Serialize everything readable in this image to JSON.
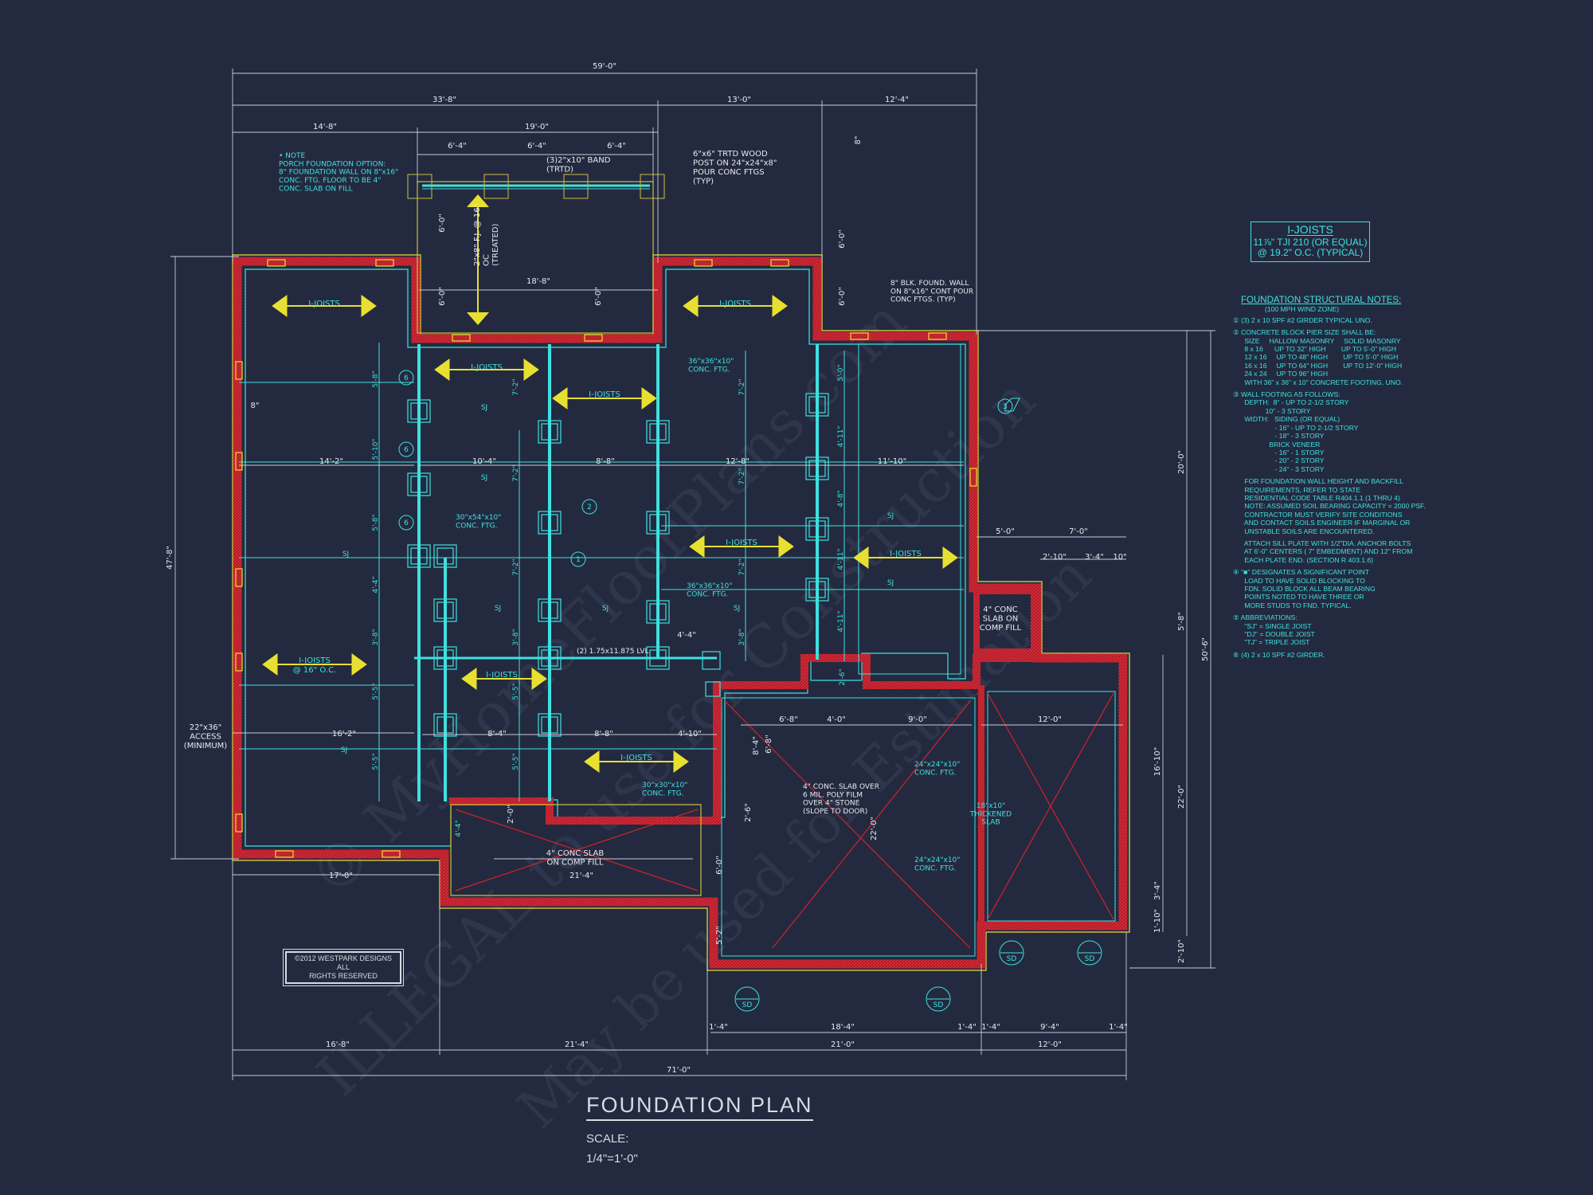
{
  "drawing": {
    "title": "FOUNDATION PLAN",
    "scale_label": "SCALE:",
    "scale_value": "1/4\"=1'-0\"",
    "copyright_line1": "©2012 WESTPARK DESIGNS ALL",
    "copyright_line2": "RIGHTS RESERVED",
    "watermark_1": "© MyHomeFloorPlans.com",
    "watermark_2": "ILLEGAL to use for Construction",
    "watermark_3": "May be used for Estimation"
  },
  "joist_note": {
    "heading": "I-JOISTS",
    "line1": "11⅞\" TJI 210 (OR EQUAL)",
    "line2": "@ 19.2\" O.C. (TYPICAL)"
  },
  "notes": {
    "heading": "FOUNDATION STRUCTURAL NOTES:",
    "sub": "(100 MPH WIND ZONE)",
    "items": [
      "① (3) 2 x 10 SPF #2 GIRDER TYPICAL UNO.",
      "② CONCRETE BLOCK PIER SIZE SHALL BE:\n      SIZE     HALLOW MASONRY     SOLID MASONRY\n      8 x 16      UP TO 32\" HIGH        UP TO 5'-0\" HIGH\n      12 x 16     UP TO 48\" HIGH        UP TO 5'-0\" HIGH\n      16 x 16     UP TO 64\" HIGH        UP TO 12'-0\" HIGH\n      24 x 24     UP TO 96\" HIGH\n      WITH 36\" x 36\" x 10\" CONCRETE FOOTING, UNO.",
      "③ WALL FOOTING AS FOLLOWS:\n      DEPTH:  8\" - UP TO 2-1/2 STORY\n                 10\" - 3 STORY\n      WIDTH:   SIDING (OR EQUAL)\n                      - 16\" - UP TO 2-1/2 STORY\n                      - 18\" - 3 STORY\n                   BRICK VENEER\n                      - 16\" - 1 STORY\n                      - 20\" - 2 STORY\n                      - 24\" - 3 STORY",
      "      FOR FOUNDATION WALL HEIGHT AND BACKFILL\n      REQUIREMENTS, REFER TO STATE\n      RESIDENTIAL CODE TABLE R404.1.1 (1 THRU 4)\n      NOTE: ASSUMED SOIL BEARING CAPACITY = 2000 PSF.\n      CONTRACTOR MUST VERIFY SITE CONDITIONS\n      AND CONTACT SOILS ENGINEER IF MARGINAL OR\n      UNSTABLE SOILS ARE ENCOUNTERED.",
      "      ATTACH SILL PLATE WITH 1/2\"DIA. ANCHOR BOLTS\n      AT 6'-0\" CENTERS ( 7\" EMBEDMENT) AND 12\" FROM\n      EACH PLATE END. (SECTION R 403.1.6)",
      "④ \"■\" DESIGNATES A SIGNIFICANT POINT\n      LOAD TO HAVE SOLID BLOCKING TO\n      FDN. SOLID BLOCK ALL BEAM BEARING\n      POINTS NOTED TO HAVE THREE OR\n      MORE STUDS TO FND. TYPICAL.",
      "⑤ ABBREVIATIONS:\n      \"SJ\" = SINGLE JOIST\n      \"DJ\" = DOUBLE JOIST\n      \"TJ\" = TRIPLE JOIST",
      "⑥ (4) 2 x 10 SPF #2 GIRDER."
    ]
  },
  "dimensions": {
    "overall_top": "59'-0\"",
    "top_a": "33'-8\"",
    "top_b": "13'-0\"",
    "top_c": "12'-4\"",
    "porch_left": "14'-8\"",
    "porch_width": "19'-0\"",
    "porch_seg1": "6'-4\"",
    "porch_seg2": "6'-4\"",
    "porch_seg3": "6'-4\"",
    "overall_bottom": "71'-0\"",
    "bottom_a": "16'-8\"",
    "bottom_b": "21'-4\"",
    "bottom_c": "21'-0\"",
    "bottom_d": "12'-0\"",
    "garage_18_4": "18'-4\"",
    "garage_9_4": "9'-4\"",
    "small_1_4": "1'-4\"",
    "left_overall": "47'-8\"",
    "right_overall": "50'-6\"",
    "right_20_0": "20'-0\"",
    "right_5_8": "5'-8\"",
    "right_22_0": "22'-0\"",
    "right_2_10": "2'-10\"",
    "right_16_10": "16'-10\"",
    "right_3_4": "3'-4\"",
    "right_1_10": "1'-10\"",
    "room_18_8": "18'-8\"",
    "room_14_2": "14'-2\"",
    "room_10_4": "10'-4\"",
    "room_8_8": "8'-8\"",
    "room_12_8": "12'-8\"",
    "room_11_10": "11'-10\"",
    "room_16_2": "16'-2\"",
    "room_8_4": "8'-4\"",
    "room_8_8b": "8'-8\"",
    "room_4_10": "4'-10\"",
    "room_17_0": "17'-0\"",
    "room_21_4": "21'-4\"",
    "gar_6_8": "6'-8\"",
    "gar_4_0": "4'-0\"",
    "gar_9_0": "9'-0\"",
    "gar_12_0": "12'-0\"",
    "gar_22_0": "22'-0\"",
    "gar_5_0": "5'-0\"",
    "gar_7_0": "7'-0\"",
    "gar_2_10": "2'-10\"",
    "gar_3_4": "3'-4\"",
    "gar_10": "10\"",
    "gar_6_0": "6'-0\"",
    "gar_5_2": "5'-2\"",
    "gar_2_6": "2'-6\"",
    "gar_2_0": "2'-0\"",
    "gar_8_4": "8'-4\"",
    "gar_6_8v": "6'-8\"",
    "v_6_0": "6'-0\"",
    "v_8": "8\"",
    "v_8b": "8\"",
    "v_4_4": "4'-4\""
  },
  "labels": {
    "porch_note": "• NOTE\nPORCH FOUNDATION OPTION:\n8\" FOUNDATION WALL ON 8\"x16\"\nCONC. FTG. FLOOR TO BE 4\"\nCONC. SLAB ON FILL",
    "band": "(3)2\"x10\" BAND\n(TRTD)",
    "post": "6\"x6\" TRTD WOOD\nPOST ON 24\"x24\"x8\"\nPOUR CONC FTGS\n(TYP)",
    "treated": "2\"x8\" F.J. @ 16\"\nOC\n(TREATED)",
    "blk_wall": "8\" BLK. FOUND. WALL\nON 8\"x16\" CONT POUR\nCONC FTGS. (TYP)",
    "ftg_36": "36\"x36\"x10\"\nCONC. FTG.",
    "ftg_30_54": "30\"x54\"x10\"\nCONC. FTG.",
    "ftg_36b": "36\"x36\"x10\"\nCONC. FTG.",
    "ftg_30": "30\"x30\"x10\"\nCONC. FTG.",
    "ftg_24a": "24\"x24\"x10\"\nCONC. FTG.",
    "ftg_24b": "24\"x24\"x10\"\nCONC. FTG.",
    "lvl": "(2) 1.75x11.875 LVL",
    "slab_porch": "4\" CONC SLAB\nON COMP FILL",
    "slab_small": "4\" CONC\nSLAB ON\nCOMP FILL",
    "slab_garage": "4\" CONC. SLAB OVER\n6 MIL. POLY FILM\nOVER 4\" STONE\n(SLOPE TO DOOR)",
    "thickened": "18\"x10\"\nTHICKENED\nSLAB",
    "access": "22\"x36\"\nACCESS\n(MINIMUM)",
    "joist": "I-JOISTS",
    "joist_oc": "@ 16\" O.C.",
    "sj": "SJ",
    "sd": "SD",
    "v72": "7'-2\"",
    "v58": "5'-8\"",
    "v510": "5'-10\"",
    "v44": "4'-4\"",
    "v38": "3'-8\"",
    "v55": "5'-5\"",
    "v50": "5'-0\"",
    "v411": "4'-11\"",
    "v48": "4'-8\"",
    "v26": "2'-6\"",
    "v44b": "4'-4\""
  },
  "colors": {
    "background": "#232a3f",
    "wall_red": "#c81f2a",
    "cyan": "#3fe0e0",
    "yellow": "#e8e030",
    "white": "#e8e8ee"
  }
}
